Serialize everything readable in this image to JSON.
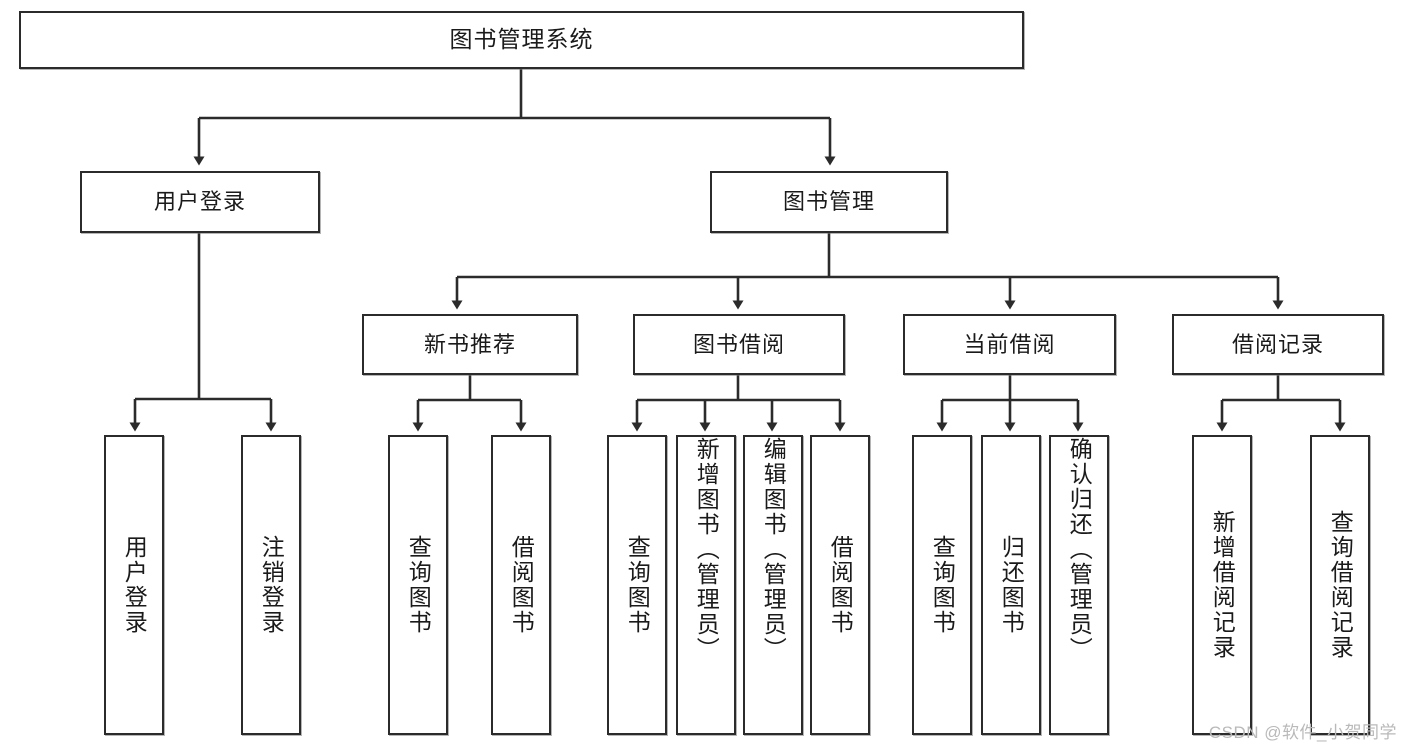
{
  "diagram": {
    "title": "图书管理系统",
    "type": "hierarchy-tree",
    "root": {
      "label": "图书管理系统"
    },
    "level2": [
      {
        "label": "用户登录"
      },
      {
        "label": "图书管理"
      }
    ],
    "level3": [
      {
        "label": "新书推荐"
      },
      {
        "label": "图书借阅"
      },
      {
        "label": "当前借阅"
      },
      {
        "label": "借阅记录"
      }
    ],
    "leaves": {
      "user_login": [
        {
          "label": "用户登录"
        },
        {
          "label": "注销登录"
        }
      ],
      "new_book_recommend": [
        {
          "label": "查询图书"
        },
        {
          "label": "借阅图书"
        }
      ],
      "book_borrow": [
        {
          "label": "查询图书"
        },
        {
          "label": "新增图书（管理员）"
        },
        {
          "label": "编辑图书（管理员）"
        },
        {
          "label": "借阅图书"
        }
      ],
      "current_borrow": [
        {
          "label": "查询图书"
        },
        {
          "label": "归还图书"
        },
        {
          "label": "确认归还（管理员）"
        }
      ],
      "borrow_record": [
        {
          "label": "新增借阅记录"
        },
        {
          "label": "查询借阅记录"
        }
      ]
    }
  },
  "watermark": {
    "text": "CSDN @软件_小贺同学"
  },
  "colors": {
    "border": "#2b2b2b",
    "background": "#ffffff",
    "text": "#1a1a1a",
    "watermark": "#b9b9b9"
  }
}
